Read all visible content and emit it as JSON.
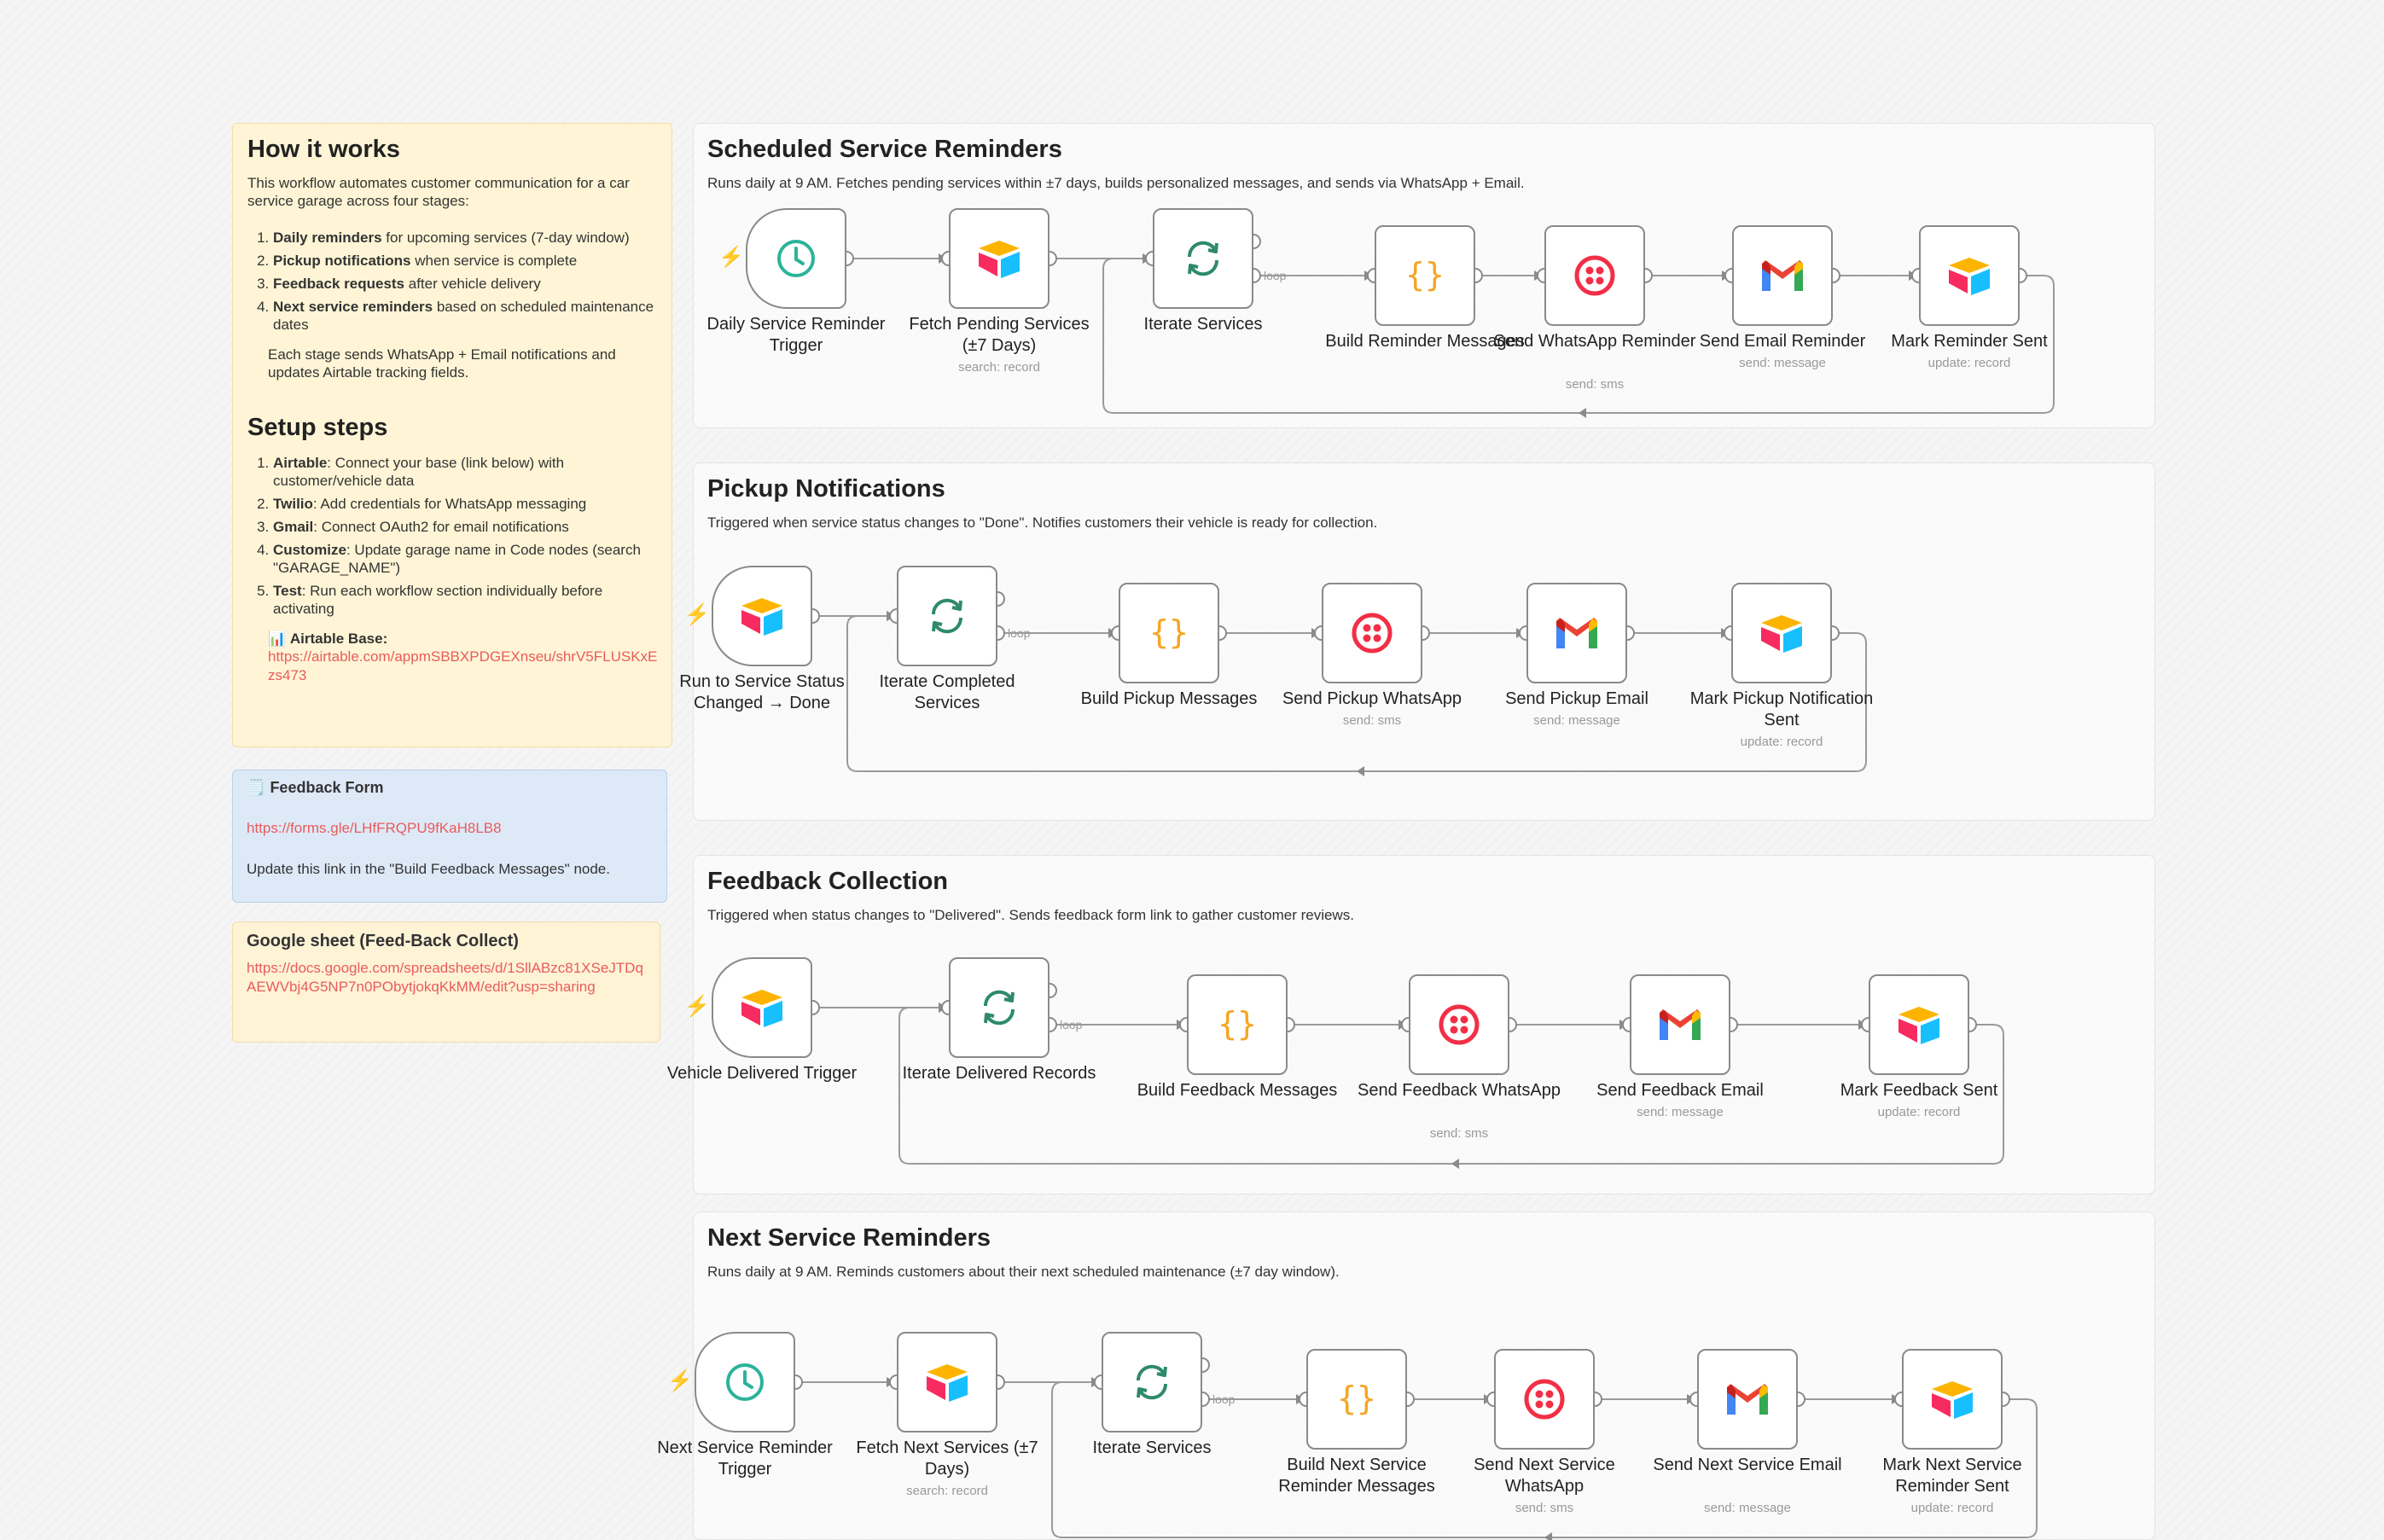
{
  "how_it_works": {
    "title": "How it works",
    "intro": "This workflow automates customer communication for a car service garage across four stages:",
    "steps": [
      {
        "bold": "Daily reminders",
        "text": " for upcoming services (7-day window)"
      },
      {
        "bold": "Pickup notifications",
        "text": " when service is complete"
      },
      {
        "bold": "Feedback requests",
        "text": " after vehicle delivery"
      },
      {
        "bold": "Next service reminders",
        "text": " based on scheduled maintenance dates"
      }
    ],
    "outro": "Each stage sends WhatsApp + Email notifications and updates Airtable tracking fields."
  },
  "setup": {
    "title": "Setup steps",
    "steps": [
      {
        "bold": "Airtable",
        "text": ": Connect your base (link below) with customer/vehicle data"
      },
      {
        "bold": "Twilio",
        "text": ": Add credentials for WhatsApp messaging"
      },
      {
        "bold": "Gmail",
        "text": ": Connect OAuth2 for email notifications"
      },
      {
        "bold": "Customize",
        "text": ": Update garage name in Code nodes (search \"GARAGE_NAME\")"
      },
      {
        "bold": "Test",
        "text": ": Run each workflow section individually before activating"
      }
    ],
    "base_emoji": "📊",
    "base_label": "Airtable Base",
    "base_link": "https://airtable.com/appmSBBXPDGEXnseu/shrV5FLUSKxEzs473"
  },
  "feedback_note": {
    "emoji": "🗒️",
    "title": "Feedback Form",
    "link": "https://forms.gle/LHfFRQPU9fKaH8LB8",
    "text": "Update this link in the \"Build Feedback Messages\" node."
  },
  "sheet_note": {
    "title": "Google sheet (Feed-Back Collect)",
    "link": "https://docs.google.com/spreadsheets/d/1SllABzc81XSeJTDqAEWVbj4G5NP7n0PObytjokqKkMM/edit?usp=sharing"
  },
  "colors": {
    "clock": "#2bb39a",
    "loop": "#2e8a6b",
    "code": "#f6a623",
    "twilio": "#f22f46",
    "gmail_red": "#ea4335",
    "edge": "#9a9a9a"
  },
  "loop_label": "loop",
  "sections": [
    {
      "title": "Scheduled Service Reminders",
      "desc": "Runs daily at 9 AM. Fetches pending services within ±7 days, builds personalized messages, and sends via WhatsApp + Email.",
      "nodes": [
        {
          "label": "Daily Service Reminder Trigger",
          "sub": "",
          "icon": "clock-icon",
          "trigger": true
        },
        {
          "label": "Fetch Pending Services (±7 Days)",
          "sub": "search: record",
          "icon": "airtable-icon"
        },
        {
          "label": "Iterate Services",
          "sub": "",
          "icon": "loop-icon"
        },
        {
          "label": "Build Reminder Messages",
          "sub": "",
          "icon": "code-icon"
        },
        {
          "label": "Send WhatsApp Reminder",
          "sub": "send: sms",
          "icon": "twilio-icon"
        },
        {
          "label": "Send Email Reminder",
          "sub": "send: message",
          "icon": "gmail-icon"
        },
        {
          "label": "Mark Reminder Sent",
          "sub": "update: record",
          "icon": "airtable-icon"
        }
      ]
    },
    {
      "title": "Pickup Notifications",
      "desc": "Triggered when service status changes to \"Done\". Notifies customers their vehicle is ready for collection.",
      "nodes": [
        {
          "label": "Run to Service Status Changed → Done",
          "sub": "",
          "icon": "airtable-icon",
          "trigger": true
        },
        {
          "label": "Iterate Completed Services",
          "sub": "",
          "icon": "loop-icon"
        },
        {
          "label": "Build Pickup Messages",
          "sub": "",
          "icon": "code-icon"
        },
        {
          "label": "Send Pickup WhatsApp",
          "sub": "send: sms",
          "icon": "twilio-icon"
        },
        {
          "label": "Send Pickup Email",
          "sub": "send: message",
          "icon": "gmail-icon"
        },
        {
          "label": "Mark Pickup Notification Sent",
          "sub": "update: record",
          "icon": "airtable-icon"
        }
      ]
    },
    {
      "title": "Feedback Collection",
      "desc": "Triggered when status changes to \"Delivered\". Sends feedback form link to gather customer reviews.",
      "nodes": [
        {
          "label": "Vehicle Delivered Trigger",
          "sub": "",
          "icon": "airtable-icon",
          "trigger": true
        },
        {
          "label": "Iterate Delivered Records",
          "sub": "",
          "icon": "loop-icon"
        },
        {
          "label": "Build Feedback Messages",
          "sub": "",
          "icon": "code-icon"
        },
        {
          "label": "Send Feedback WhatsApp",
          "sub": "send: sms",
          "icon": "twilio-icon"
        },
        {
          "label": "Send Feedback Email",
          "sub": "send: message",
          "icon": "gmail-icon"
        },
        {
          "label": "Mark Feedback Sent",
          "sub": "update: record",
          "icon": "airtable-icon"
        }
      ]
    },
    {
      "title": "Next Service Reminders",
      "desc": "Runs daily at 9 AM. Reminds customers about their next scheduled maintenance (±7 day window).",
      "nodes": [
        {
          "label": "Next Service Reminder Trigger",
          "sub": "",
          "icon": "clock-icon",
          "trigger": true
        },
        {
          "label": "Fetch Next Services (±7 Days)",
          "sub": "search: record",
          "icon": "airtable-icon"
        },
        {
          "label": "Iterate Services",
          "sub": "",
          "icon": "loop-icon"
        },
        {
          "label": "Build Next Service Reminder Messages",
          "sub": "",
          "icon": "code-icon"
        },
        {
          "label": "Send Next Service WhatsApp",
          "sub": "send: sms",
          "icon": "twilio-icon"
        },
        {
          "label": "Send Next Service Email",
          "sub": "send: message",
          "icon": "gmail-icon"
        },
        {
          "label": "Mark Next Service Reminder Sent",
          "sub": "update: record",
          "icon": "airtable-icon"
        }
      ]
    }
  ]
}
